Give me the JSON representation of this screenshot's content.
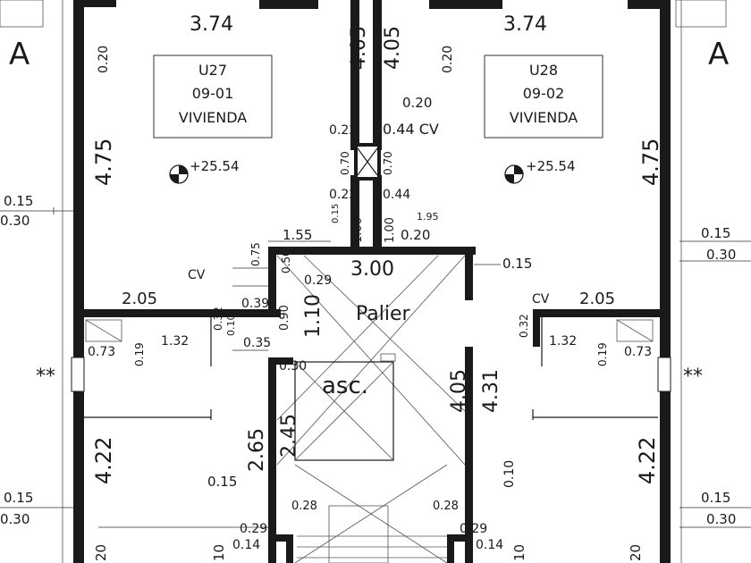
{
  "section_marks": {
    "left": "A",
    "right": "A",
    "double_star_left": "**",
    "double_star_right": "**"
  },
  "units": [
    {
      "code": "U27",
      "number": "09-01",
      "use": "VIVIENDA",
      "level": "+25.54"
    },
    {
      "code": "U28",
      "number": "09-02",
      "use": "VIVIENDA",
      "level": "+25.54"
    }
  ],
  "rooms": {
    "landing": "Palier",
    "elevator": "asc."
  },
  "tags": {
    "cv": "CV",
    "cv_duct": "0.44 CV"
  },
  "dimensions": {
    "top_left_width": "3.74",
    "top_right_width": "3.74",
    "left_wall_top": "0.20",
    "right_wall_top": "0.20",
    "left_height_upper": "4.75",
    "right_height_upper": "4.75",
    "shaft_left": "4.05",
    "shaft_right": "4.05",
    "shaft_020": "0.20",
    "shaft_022a": "0.22",
    "shaft_070a": "0.70",
    "shaft_070b": "0.70",
    "shaft_022b": "0.22",
    "shaft_044": "0.44",
    "shaft_015": "0.15",
    "shaft_100a": "1.00",
    "shaft_100b": "1.00",
    "shaft_195": "1.95",
    "shaft_155": "1.55",
    "shaft_020b": "0.20",
    "ext_left_015a": "0.15",
    "ext_left_030a": "0.30",
    "ext_right_015a": "0.15",
    "ext_right_030a": "0.30",
    "ext_left_015b": "0.15",
    "ext_left_030b": "0.30",
    "ext_right_015b": "0.15",
    "ext_right_030b": "0.30",
    "landing_width": "3.00",
    "landing_015": "0.15",
    "landing_075": "0.75",
    "landing_050": "0.50",
    "landing_029": "0.29",
    "landing_039": "0.39",
    "landing_110": "1.10",
    "landing_032": "0.32",
    "landing_010": "0.10",
    "landing_090": "0.90",
    "landing_035": "0.35",
    "landing_030": "0.30",
    "left_205": "2.05",
    "right_205": "2.05",
    "left_073": "0.73",
    "left_019": "0.19",
    "left_132": "1.32",
    "right_132": "1.32",
    "right_019": "0.19",
    "right_073": "0.73",
    "right_032": "0.32",
    "left_height_lower": "4.22",
    "right_height_lower": "4.22",
    "stair_265": "2.65",
    "stair_245": "2.45",
    "stair_405": "4.05",
    "stair_431": "4.31",
    "stair_015": "0.15",
    "stair_028a": "0.28",
    "stair_028b": "0.28",
    "stair_010": "0.10",
    "stair_029a": "0.29",
    "stair_029b": "0.29",
    "stair_014a": "0.14",
    "stair_014b": "0.14",
    "bottom_10": "10",
    "bottom_20a": "20",
    "bottom_20b": "20",
    "bottom_10b": "10"
  }
}
